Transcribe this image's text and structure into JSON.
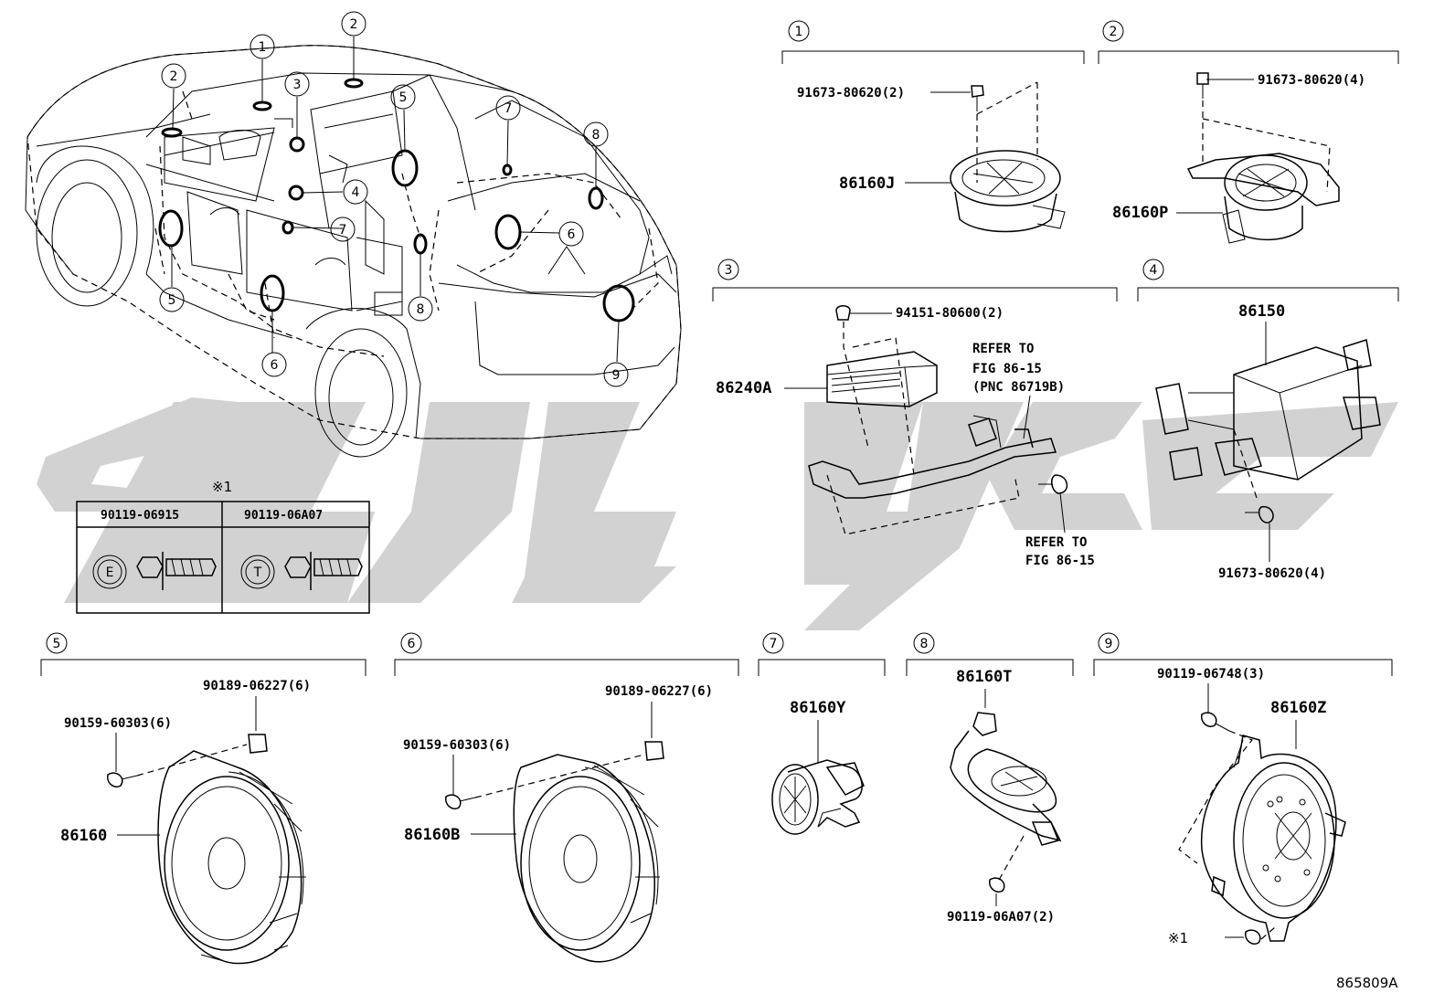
{
  "callouts": {
    "c1": "1",
    "c2": "2",
    "c3": "3",
    "c4": "4",
    "c5": "5",
    "c6": "6",
    "c7": "7",
    "c8": "8",
    "c9": "9"
  },
  "labels": {
    "p_91673_s1": "91673-80620(2)",
    "p_86160J": "86160J",
    "p_91673_s2": "91673-80620(4)",
    "p_86160P": "86160P",
    "p_94151": "94151-80600(2)",
    "p_86240A": "86240A",
    "refer1_l1": "REFER TO",
    "refer1_l2": "FIG 86-15",
    "refer1_l3": "(PNC 86719B)",
    "refer2_l1": "REFER TO",
    "refer2_l2": "FIG 86-15",
    "p_86150": "86150",
    "p_91673_s4": "91673-80620(4)",
    "p_90189_s5": "90189-06227(6)",
    "p_90159_s5": "90159-60303(6)",
    "p_86160": "86160",
    "p_90189_s6": "90189-06227(6)",
    "p_90159_s6": "90159-60303(6)",
    "p_86160B": "86160B",
    "p_86160Y": "86160Y",
    "p_86160T": "86160T",
    "p_90119_06A07": "90119-06A07(2)",
    "p_90119_06748": "90119-06748(3)",
    "p_86160Z": "86160Z",
    "note_ref": "※1",
    "figure_id": "865809A"
  },
  "note_table": {
    "mark": "※1",
    "col1": "90119-06915",
    "col2": "90119-06A07",
    "head1": "E",
    "head2": "T"
  }
}
